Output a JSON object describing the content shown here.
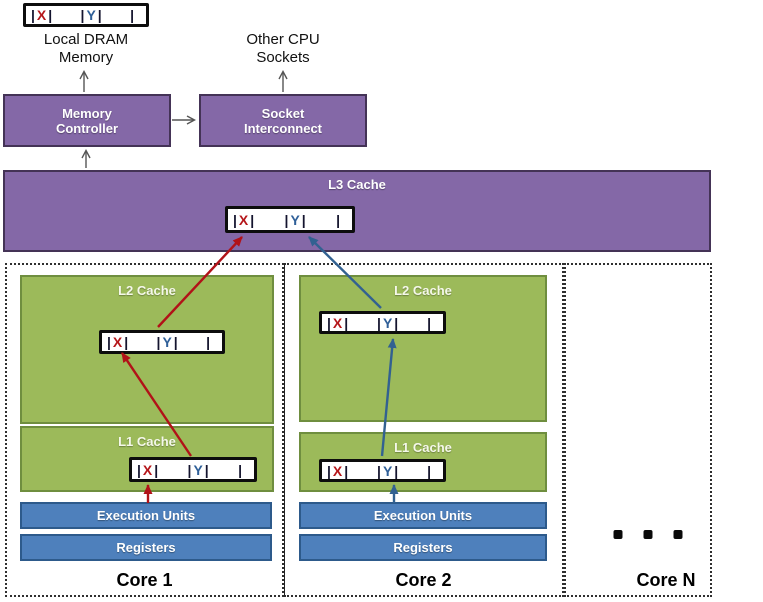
{
  "glyphs": {
    "pipe": "|",
    "x": "X",
    "y": "Y"
  },
  "memory": {
    "dram_label": "Local DRAM\nMemory",
    "sockets_label": "Other CPU\nSockets"
  },
  "blocks": {
    "memory_controller": "Memory\nController",
    "socket_interconnect": "Socket\nInterconnect",
    "l3": "L3 Cache"
  },
  "cores": [
    {
      "name": "Core 1",
      "l2": "L2 Cache",
      "l1": "L1 Cache",
      "execution_units": "Execution Units",
      "registers": "Registers"
    },
    {
      "name": "Core 2",
      "l2": "L2 Cache",
      "l1": "L1 Cache",
      "execution_units": "Execution Units",
      "registers": "Registers"
    },
    {
      "name": "Core N"
    }
  ],
  "colors": {
    "purple_fill": "#8468a7",
    "purple_border": "#443356",
    "green_fill": "#9cba5a",
    "green_border": "#6f8e3f",
    "blue_fill": "#4e80bc",
    "blue_border": "#2d5a8b",
    "arrow_red": "#b11218",
    "arrow_blue": "#326191",
    "arrow_gray": "#555555",
    "glyph_pipe": "#14142e",
    "glyph_x": "#b5161a",
    "glyph_y": "#2f5f98"
  }
}
